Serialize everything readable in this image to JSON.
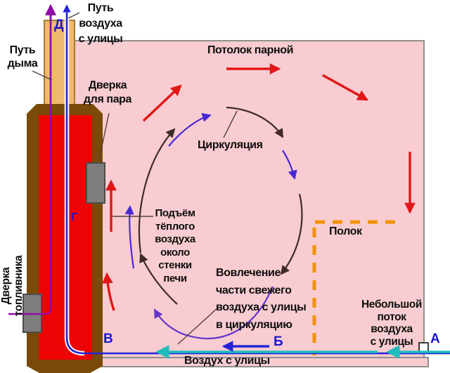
{
  "colors": {
    "room_pink": "#f8ccd1",
    "chimney_tan": "#f0b873",
    "chimney_border": "#a87a2e",
    "stove_brown": "#7a4a08",
    "fire_red": "#ee0404",
    "door_gray": "#7e7e7e",
    "door_border": "#4c4c4c",
    "wall_gray": "#8f8f8f",
    "smoke_purple": "#8d0ca6",
    "pipe_blue": "#2424d6",
    "cyan": "#1dbdbd",
    "red_arrow": "#e11616",
    "dark_arrow": "#402b26",
    "circ_blue": "#4a2ad6",
    "circ_violet": "#6434cc",
    "bench_orange": "#f29200",
    "point_blue": "#1b16c8",
    "text_black": "#0d0d0d",
    "callout": "#52403c"
  },
  "labels": {
    "chimney_air_path": [
      "Путь",
      "воздуха",
      "с улицы"
    ],
    "smoke_path": [
      "Путь",
      "дыма"
    ],
    "steam_door": [
      "Дверка",
      "для пара"
    ],
    "firebox_door": [
      "Дверка",
      "топливника"
    ],
    "ceiling": "Потолок парной",
    "circulation": "Циркуляция",
    "warm_air_rise": [
      "Подъём",
      "тёплого",
      "воздуха",
      "около",
      "стенки",
      "печи"
    ],
    "fresh_air_involvement": [
      "Вовлечение",
      "части свежего",
      "воздуха с улицы",
      "в циркуляцию"
    ],
    "bench": "Полок",
    "small_air_flow": [
      "Небольшой",
      "поток",
      "воздуха",
      "с улицы"
    ],
    "street_air": "Воздух с улицы"
  },
  "points": {
    "a": "А",
    "b": "Б",
    "v": "В",
    "g": "Г",
    "d": "Д"
  }
}
